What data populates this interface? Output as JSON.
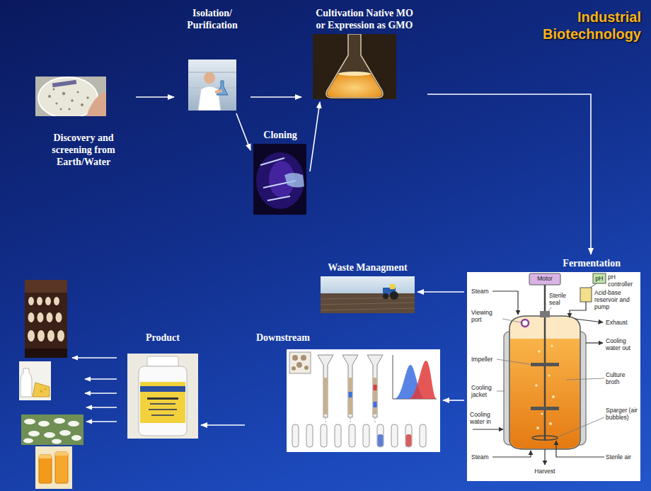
{
  "diagram": {
    "title": "Industrial Biotechnology",
    "nodes": [
      {
        "text": [
          "Discovery and screening from Earth/Water"
        ]
      },
      {
        "text": [
          "Isolation/ Purification"
        ]
      },
      {
        "text": [
          "Cultivation Native MO or Expression as GMO"
        ]
      },
      {
        "text": [
          "Cloning"
        ]
      },
      {
        "text": [
          "Fermentation"
        ]
      },
      {
        "text": [
          "Waste Managment"
        ]
      },
      {
        "text": [
          "Downstream"
        ]
      },
      {
        "text": [
          "Product"
        ]
      }
    ],
    "edges": [
      {
        "from": 0,
        "to": 1,
        "arrow": "to"
      },
      {
        "from": 1,
        "to": 2,
        "arrow": "to"
      },
      {
        "from": 1,
        "to": 3,
        "arrow": "to"
      },
      {
        "from": 3,
        "to": 2,
        "arrow": "to"
      },
      {
        "from": 2,
        "to": 4,
        "arrow": "to"
      },
      {
        "from": 4,
        "to": 5,
        "arrow": "to"
      },
      {
        "from": 4,
        "to": 6,
        "arrow": "to"
      },
      {
        "from": 6,
        "to": 7,
        "arrow": "to"
      }
    ],
    "labels": [
      "Motor",
      "Steam",
      "Sterile seal",
      "pH",
      "pH controller",
      "Acid-base reservoir and pump",
      "Viewing port",
      "Exhaust",
      "Impeller",
      "Cooling water out",
      "Cooling jacket",
      "Culture broth",
      "Cooling water in",
      "Sparger (air bubbles)",
      "Steam",
      "Sterile air",
      "Harvest"
    ]
  }
}
